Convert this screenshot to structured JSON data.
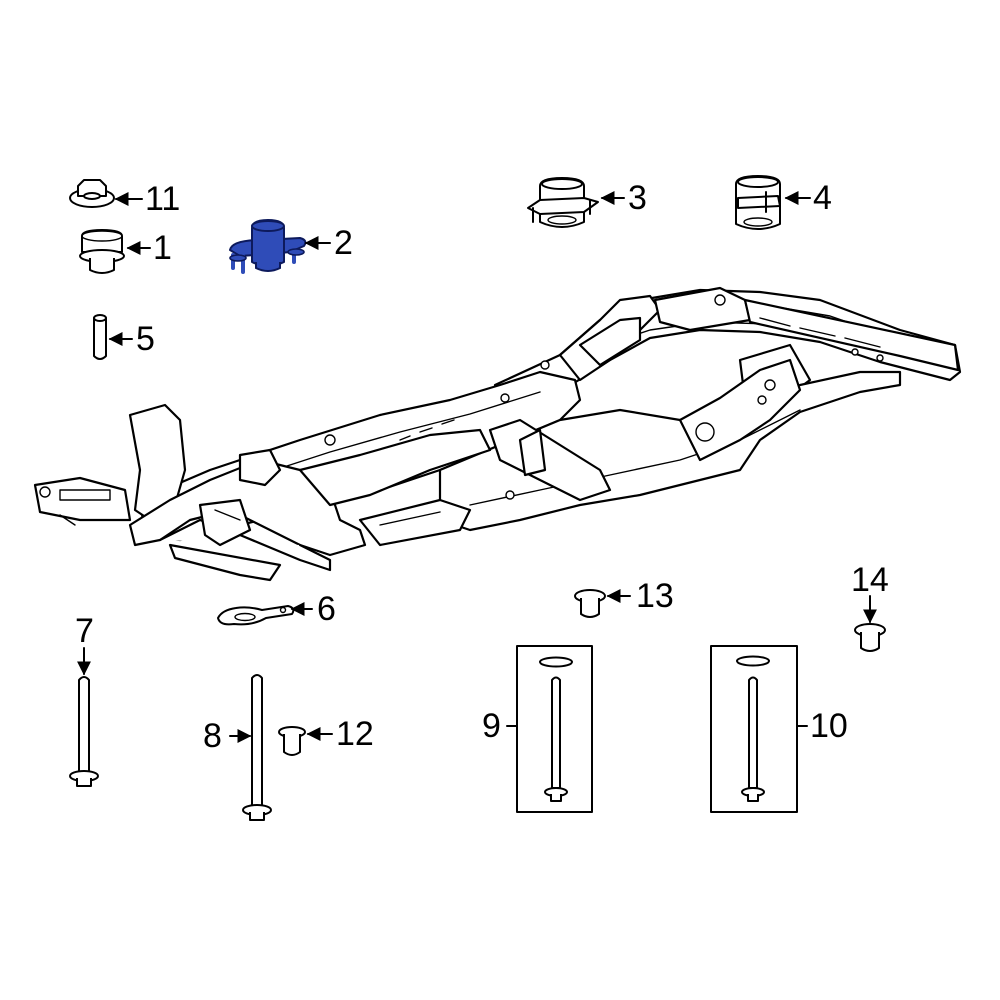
{
  "colors": {
    "line": "#000000",
    "background": "#ffffff",
    "highlight_fill": "#2f4cb8",
    "highlight_stroke": "#0d1a5c"
  },
  "highlighted_part": "2",
  "callouts": {
    "c1": "1",
    "c2": "2",
    "c3": "3",
    "c4": "4",
    "c5": "5",
    "c6": "6",
    "c7": "7",
    "c8": "8",
    "c9": "9",
    "c10": "10",
    "c11": "11",
    "c12": "12",
    "c13": "13",
    "c14": "14"
  }
}
